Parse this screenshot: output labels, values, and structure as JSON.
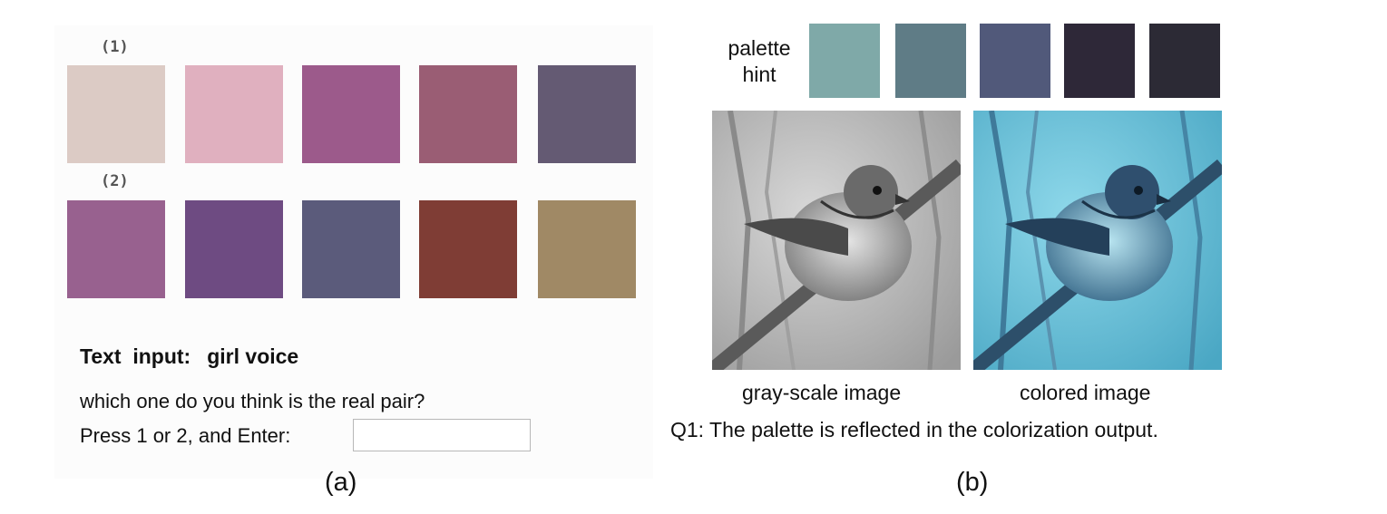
{
  "panel_a": {
    "label": "(a)",
    "set1": {
      "label": "(1)",
      "colors": [
        "#dccbc5",
        "#e0b0bf",
        "#9c5a8b",
        "#9a5d74",
        "#645a73"
      ]
    },
    "set2": {
      "label": "(2)",
      "colors": [
        "#98618f",
        "#6e4b82",
        "#5b5b7b",
        "#7f3d35",
        "#a08965"
      ]
    },
    "text_input_label": "Text  input:",
    "text_input_value": "girl voice",
    "question": "which one do you think is the real pair?",
    "prompt": "Press 1 or 2, and Enter:",
    "answer_value": ""
  },
  "panel_b": {
    "label": "(b)",
    "palette_hint_label_line1": "palette",
    "palette_hint_label_line2": "hint",
    "palette_colors": [
      "#7fa9a8",
      "#5f7c86",
      "#51597a",
      "#2e2838",
      "#2c2a35"
    ],
    "gray_caption": "gray-scale image",
    "color_caption": "colored image",
    "question": "Q1: The palette is reflected in the colorization output."
  }
}
